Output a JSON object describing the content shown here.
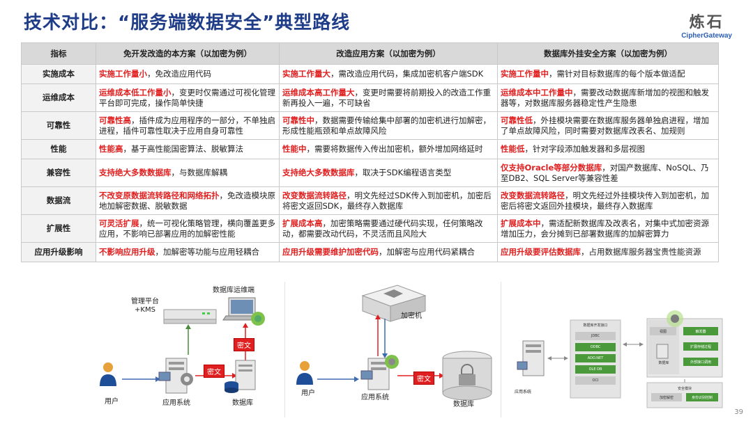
{
  "title": "技术对比：“服务端数据安全”典型路线",
  "logo": {
    "main": "炼石",
    "sub": "CipherGateway"
  },
  "table": {
    "headers": [
      "指标",
      "免开发改造的本方案（以加密为例）",
      "改造应用方案（以加密为例）",
      "数据库外挂安全方案（以加密为例）"
    ],
    "rows": [
      {
        "label": "实施成本",
        "c1": {
          "hl": "实施工作量小",
          "rest": "，免改造应用代码"
        },
        "c2": {
          "hl": "实施工作量大",
          "rest": "，需改造应用代码，集成加密机客户端SDK"
        },
        "c3": {
          "hl": "实施工作量中",
          "rest": "，需针对目标数据库的每个版本做适配"
        }
      },
      {
        "label": "运维成本",
        "c1": {
          "hl": "运维成本低工作量小",
          "rest": "，变更时仅需通过可视化管理平台即可完成，操作简单快捷"
        },
        "c2": {
          "hl": "运维成本高工作量大",
          "rest": "，变更时需要将前期投入的改造工作重新再投入一遍，不可缺省"
        },
        "c3": {
          "hl": "运维成本中工作量中",
          "rest": "，需要改动数据库新增加的视图和触发器等，对数据库服务器稳定性产生隐患"
        }
      },
      {
        "label": "可靠性",
        "c1": {
          "hl": "可靠性高",
          "rest": "，插件成为应用程序的一部分，不单独启进程，插件可靠性取决于应用自身可靠性"
        },
        "c2": {
          "hl": "可靠性中",
          "rest": "，数据需要传输给集中部署的加密机进行加解密，形成性能瓶颈和单点故障风险"
        },
        "c3": {
          "hl": "可靠性低",
          "rest": "，外挂模块需要在数据库服务器单独启进程，增加了单点故障风险，同时需要对数据库改表名、加规则"
        }
      },
      {
        "label": "性能",
        "c1": {
          "hl": "性能高",
          "rest": "，基于高性能国密算法、脱敏算法"
        },
        "c2": {
          "hl": "性能中",
          "rest": "，需要将数据传入传出加密机，额外增加网络延时"
        },
        "c3": {
          "hl": "性能低",
          "rest": "，针对字段添加触发器和多层视图"
        }
      },
      {
        "label": "兼容性",
        "c1": {
          "hl": "支持绝大多数数据库",
          "rest": "，与数据库解耦"
        },
        "c2": {
          "hl": "支持绝大多数数据库",
          "rest": "，取决于SDK编程语言类型"
        },
        "c3": {
          "hl": "仅支持Oracle等部分数据库",
          "rest": "，对国产数据库、NoSQL、乃至DB2、SQL Server等兼容性差"
        }
      },
      {
        "label": "数据流",
        "c1": {
          "hl": "不改变原数据流转路径和网络拓扑",
          "rest": "，免改造模块原地加解密数据、脱敏数据"
        },
        "c2": {
          "hl": "改变数据流转路径",
          "rest": "，明文先经过SDK传入到加密机，加密后将密文返回SDK，最终存入数据库"
        },
        "c3": {
          "hl": "改变数据流转路径",
          "rest": "，明文先经过外挂模块传入到加密机，加密后将密文返回外挂模块，最终存入数据库"
        }
      },
      {
        "label": "扩展性",
        "c1": {
          "hl": "可灵活扩展",
          "rest": "，统一可视化策略管理，横向覆盖更多应用，不影响已部署应用的加解密性能"
        },
        "c2": {
          "hl": "扩展成本高",
          "rest": "，加密策略需要通过硬代码实现，任何策略改动，都需要改动代码，不灵活而且风险大"
        },
        "c3": {
          "hl": "扩展成本中",
          "rest": "，需适配新数据库及改表名，对集中式加密资源增加压力，会分摊到已部署数据库的加解密算力"
        }
      },
      {
        "label": "应用升级影响",
        "c1": {
          "hl": "不影响应用升级",
          "rest": "，加解密等功能与应用轻耦合"
        },
        "c2": {
          "hl": "应用升级需要维护加密代码",
          "rest": "，加解密与应用代码紧耦合"
        },
        "c3": {
          "hl": "应用升级要评估数据库",
          "rest": "，占用数据库服务器宝贵性能资源"
        }
      }
    ]
  },
  "diagram1": {
    "mgmt": "管理平台\n+KMS",
    "dbops": "数据库运维端",
    "user": "用户",
    "app": "应用系统",
    "db": "数据库",
    "tag_v": "密文",
    "tag_h": "密文"
  },
  "diagram2": {
    "hsm": "加密机",
    "user": "用户",
    "app": "应用系统",
    "db": "数据库",
    "tag": "密文"
  },
  "diagram3": {
    "app": "应用系统",
    "panel_title": "数据库开发接口",
    "items": [
      "JDBC",
      "ODBC",
      "ADO.NET",
      "OLE DB",
      "OCI"
    ],
    "db": "数据库",
    "view": "视图",
    "trigger": "触发器",
    "ext_proc": "扩展存储过程",
    "ext_iface": "外部接口调用",
    "sec_module": "安全模块",
    "encdec": "加密解密",
    "plugin": "身份识别控制"
  },
  "page_number": "39"
}
